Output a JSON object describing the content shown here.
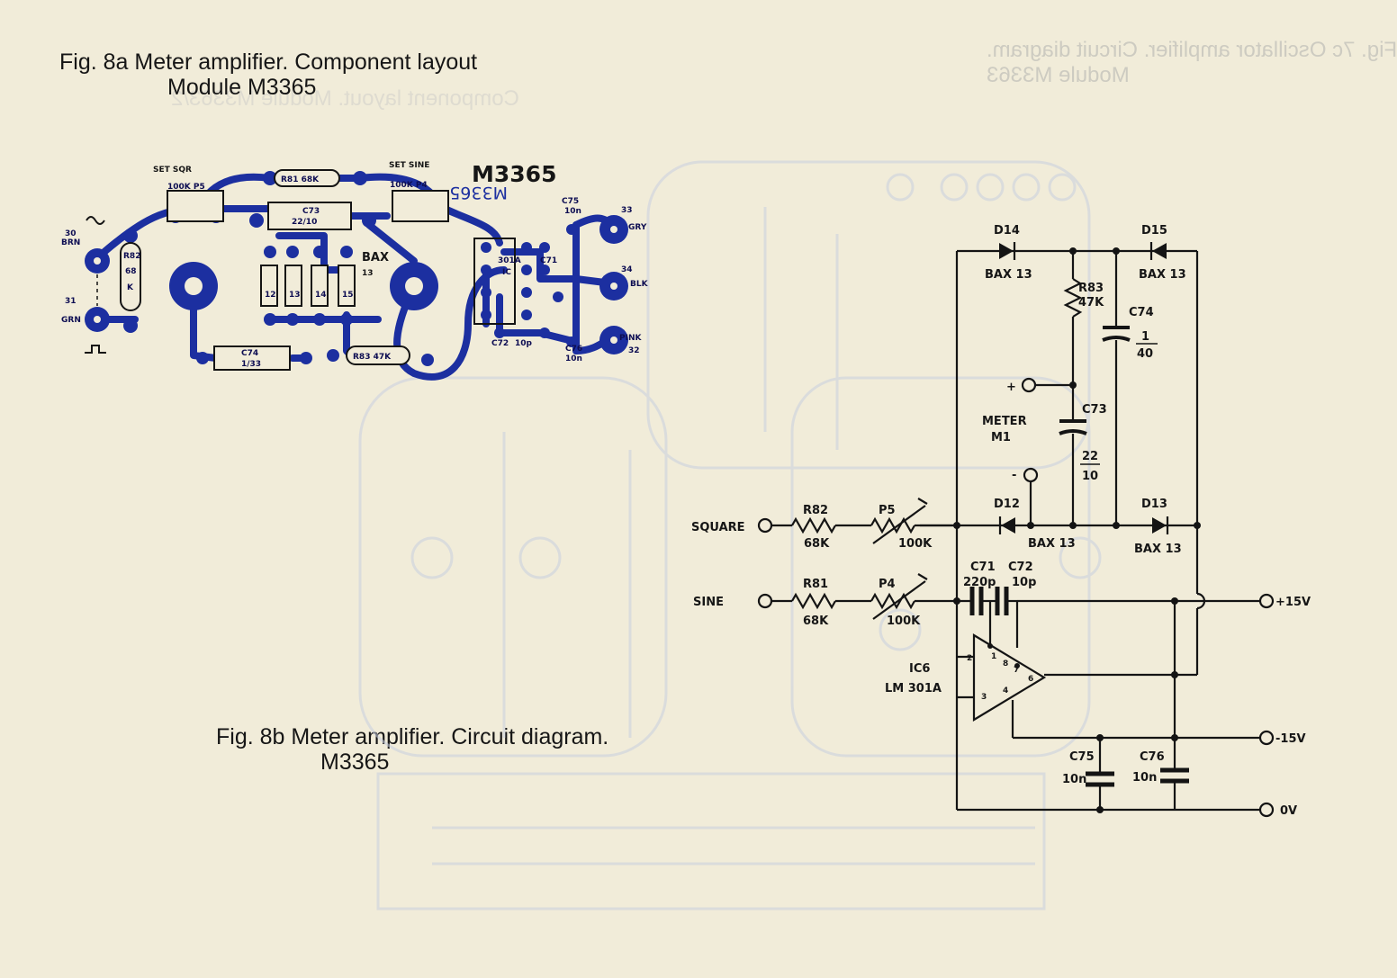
{
  "captions": {
    "fig8a_line1": "Fig. 8a  Meter amplifier. Component layout",
    "fig8a_line2": "Module M3365",
    "fig8b_line1": "Fig. 8b  Meter amplifier. Circuit diagram.",
    "fig8b_line2": "M3365"
  },
  "show_through": {
    "line1": "Fig. 7c  Oscillator amplifier. Circuit diagram.",
    "line2": "Module M3363",
    "line3": "Component layout. Module M3363/2"
  },
  "layout_labels": {
    "module": "M3365",
    "module_handwritten": "M3365",
    "set_sqr": "SET SQR",
    "p5": "100K     P5",
    "set_sine": "SET SINE",
    "p4": "100K     P4",
    "r81": "R81    68K",
    "c73_a": "C73",
    "c73_b": "22/10",
    "r82_a": "R82",
    "r82_b": "68",
    "r82_c": "K",
    "pin30_a": "30",
    "pin30_b": "BRN",
    "pin31_a": "31",
    "pin31_b": "GRN",
    "d12": "12",
    "d13": "13",
    "d14": "14",
    "d15": "15",
    "bax": "BAX",
    "bax13": "13",
    "c74": "C74",
    "c74_val": "1/33",
    "r83": "R83   47K",
    "ic": "301A",
    "ic_b": "IC",
    "c71": "C71",
    "c72": "C72",
    "c72_val": "10p",
    "c75": "C75",
    "c75_val": "10n",
    "c76": "C76",
    "c76_val": "10n",
    "pin33_a": "33",
    "pin33_b": "GRY",
    "pin34_a": "34",
    "pin34_b": "BLK",
    "pin32_a": "PINK",
    "pin32_b": "32",
    "color": "#1c2fa0"
  },
  "schematic_labels": {
    "d14": "D14",
    "d14_type": "BAX 13",
    "d15": "D15",
    "d15_type": "BAX 13",
    "r83": "R83",
    "r83_val": "47K",
    "c74": "C74",
    "c74_val_top": "1",
    "c74_val_bot": "40",
    "plus": "+",
    "meter": "METER",
    "meter_id": "M1",
    "minus": "-",
    "c73": "C73",
    "c73_val_top": "22",
    "c73_val_bot": "10",
    "d12": "D12",
    "d12_type": "BAX 13",
    "d13": "D13",
    "d13_type": "BAX 13",
    "square": "SQUARE",
    "r82": "R82",
    "r82_val": "68K",
    "p5": "P5",
    "p5_val": "100K",
    "sine": "SINE",
    "r81": "R81",
    "r81_val": "68K",
    "p4": "P4",
    "p4_val": "100K",
    "c71": "C71",
    "c71_val": "220p",
    "c72": "C72",
    "c72_val": "10p",
    "ic": "IC6",
    "ic_type": "LM 301A",
    "pin2": "2",
    "pin1": "1",
    "pin8": "8",
    "pin7": "7",
    "pin6": "6",
    "pin3": "3",
    "pin4": "4",
    "plus15": "+15V",
    "minus15": "-15V",
    "zero": "0V",
    "c75": "C75",
    "c75_val": "10n",
    "c76": "C76",
    "c76_val": "10n"
  },
  "colors": {
    "paper": "#f1ecd9",
    "ink": "#141414",
    "trace": "#1c2fa0"
  }
}
